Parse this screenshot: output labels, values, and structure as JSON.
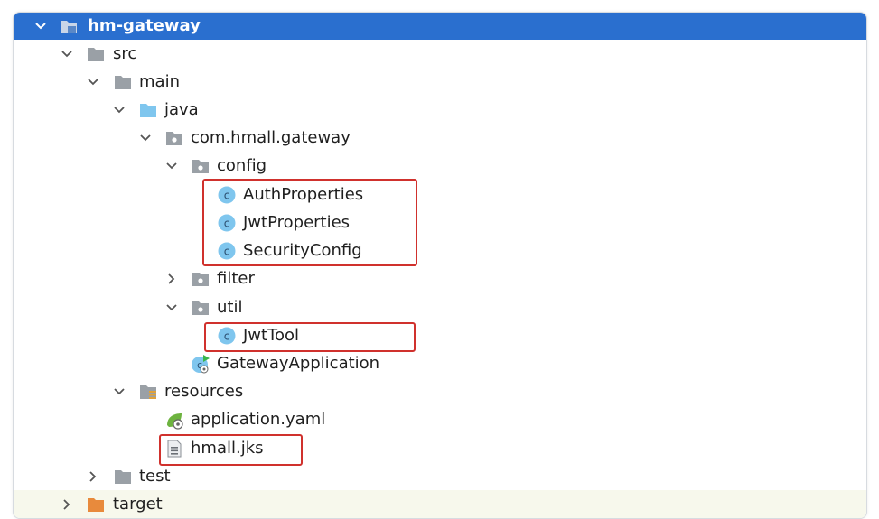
{
  "colors": {
    "selection": "#2a6fcf",
    "highlight_box": "#d0312d",
    "class_icon": "#7fc6ee",
    "folder": "#9aa0a6",
    "source_folder": "#7fc6ee"
  },
  "tree": {
    "project": {
      "label": "hm-gateway",
      "icon": "project-folder-icon",
      "expanded": true
    },
    "src": {
      "label": "src",
      "icon": "folder-icon",
      "expanded": true
    },
    "main": {
      "label": "main",
      "icon": "folder-icon",
      "expanded": true
    },
    "java": {
      "label": "java",
      "icon": "source-folder-icon",
      "expanded": true
    },
    "package": {
      "label": "com.hmall.gateway",
      "icon": "package-icon",
      "expanded": true
    },
    "config": {
      "label": "config",
      "icon": "package-icon",
      "expanded": true
    },
    "auth_properties": {
      "label": "AuthProperties",
      "icon": "java-class-icon"
    },
    "jwt_properties": {
      "label": "JwtProperties",
      "icon": "java-class-icon"
    },
    "security_config": {
      "label": "SecurityConfig",
      "icon": "java-class-icon"
    },
    "filter": {
      "label": "filter",
      "icon": "package-icon",
      "expanded": false
    },
    "util": {
      "label": "util",
      "icon": "package-icon",
      "expanded": true
    },
    "jwt_tool": {
      "label": "JwtTool",
      "icon": "java-class-icon"
    },
    "gateway_application": {
      "label": "GatewayApplication",
      "icon": "spring-boot-class-icon"
    },
    "resources": {
      "label": "resources",
      "icon": "resources-folder-icon",
      "expanded": true
    },
    "application_yaml": {
      "label": "application.yaml",
      "icon": "spring-config-icon"
    },
    "hmall_jks": {
      "label": "hmall.jks",
      "icon": "text-file-icon"
    },
    "test": {
      "label": "test",
      "icon": "folder-icon",
      "expanded": false
    },
    "target": {
      "label": "target",
      "icon": "excluded-folder-icon",
      "expanded": false
    }
  }
}
